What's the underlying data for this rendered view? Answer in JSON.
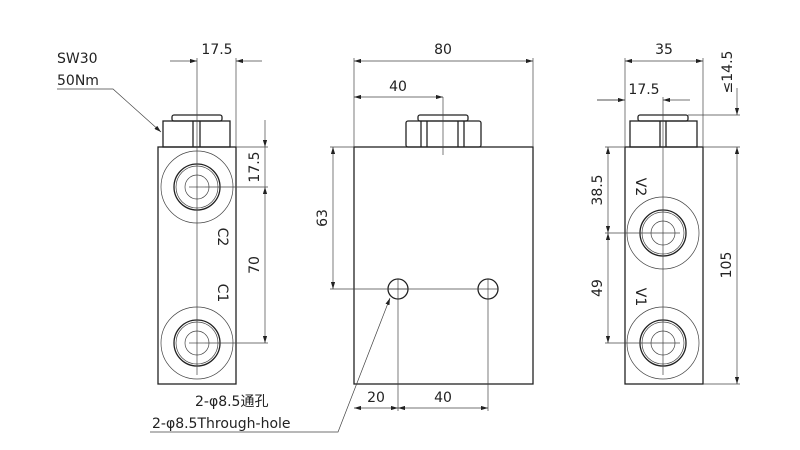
{
  "annotations": {
    "wrench": "SW30",
    "torque": "50Nm",
    "hole_cn": "2-φ8.5通孔",
    "hole_en": "2-φ8.5Through-hole"
  },
  "left_view": {
    "dim_width_half": "17.5",
    "dim_top_port": "17.5",
    "dim_port_spacing": "70",
    "port_upper": "C2",
    "port_lower": "C1"
  },
  "front_view": {
    "dim_width": "80",
    "dim_center": "40",
    "dim_hole_height": "63",
    "dim_hole_edge": "20",
    "dim_hole_spacing": "40"
  },
  "right_view": {
    "dim_width": "35",
    "dim_width_half": "17.5",
    "dim_cap": "≤14.5",
    "dim_top_port": "38.5",
    "dim_port_spacing": "49",
    "dim_height": "105",
    "port_upper": "V2",
    "port_lower": "V1"
  }
}
